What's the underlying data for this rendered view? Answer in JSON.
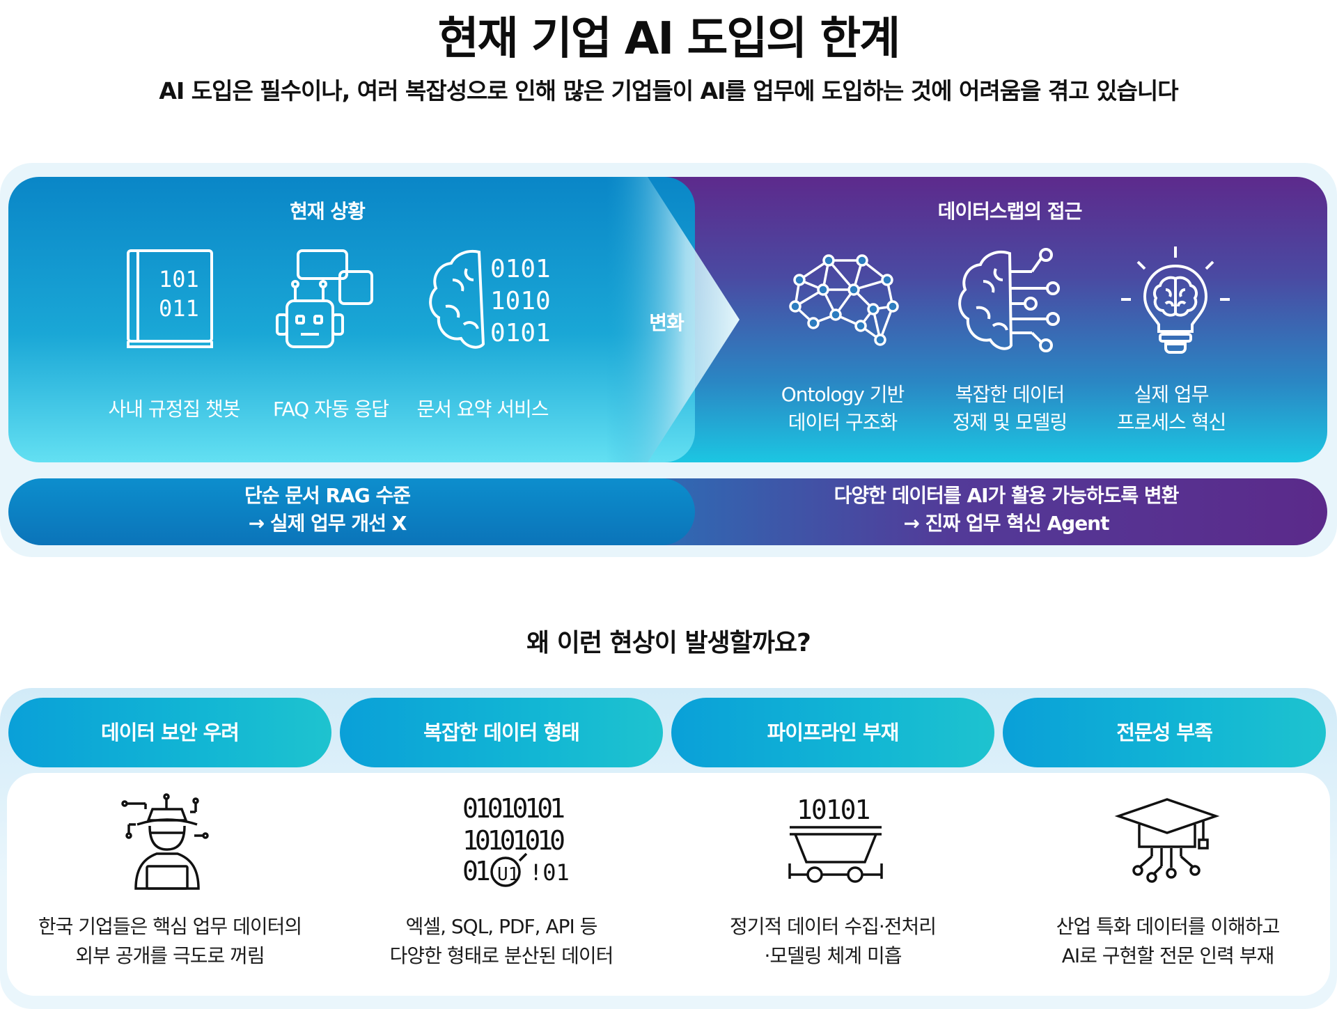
{
  "title": "현재 기업 AI 도입의 한계",
  "subtitle": "AI 도입은 필수이나, 여러 복잡성으로 인해 많은 기업들이 AI를 업무에 도입하는 것에 어려움을 겪고 있습니다",
  "current": {
    "heading": "현재 상황",
    "items": [
      {
        "label": "사내 규정집 챗봇",
        "icon": "binary-book-icon"
      },
      {
        "label": "FAQ 자동 응답",
        "icon": "chatbot-icon"
      },
      {
        "label": "문서 요약 서비스",
        "icon": "brain-binary-icon"
      }
    ],
    "band_line1": "단순 문서 RAG 수준",
    "band_line2": "→ 실제 업무 개선 X"
  },
  "change_label": "변화",
  "approach": {
    "heading": "데이터스랩의 접근",
    "items": [
      {
        "line1": "Ontology 기반",
        "line2": "데이터 구조화",
        "icon": "network-icon"
      },
      {
        "line1": "복잡한 데이터",
        "line2": "정제 및 모델링",
        "icon": "brain-circuit-icon"
      },
      {
        "line1": "실제 업무",
        "line2": "프로세스 혁신",
        "icon": "lightbulb-brain-icon"
      }
    ],
    "band_line1": "다양한 데이터를 AI가 활용 가능하도록 변환",
    "band_line2": "→ 진짜 업무 혁신 Agent"
  },
  "why_heading": "왜 이런 현상이 발생할까요?",
  "problems": [
    {
      "title": "데이터 보안 우려",
      "line1": "한국 기업들은 핵심 업무 데이터의",
      "line2": "외부 공개를 극도로 꺼림",
      "icon": "hacker-icon"
    },
    {
      "title": "복잡한 데이터 형태",
      "line1": "엑셀, SQL, PDF, API 등",
      "line2": "다양한 형태로 분산된 데이터",
      "icon": "binary-search-icon"
    },
    {
      "title": "파이프라인 부재",
      "line1": "정기적 데이터 수집·전처리",
      "line2": "·모델링 체계 미흡",
      "icon": "data-cart-icon"
    },
    {
      "title": "전문성 부족",
      "line1": "산업 특화 데이터를 이해하고",
      "line2": "AI로 구현할 전문 인력 부재",
      "icon": "graduation-circuit-icon"
    }
  ],
  "colors": {
    "blue": "#0a86c7",
    "purple": "#5d2a8c",
    "cyan": "#1ec3cf"
  }
}
